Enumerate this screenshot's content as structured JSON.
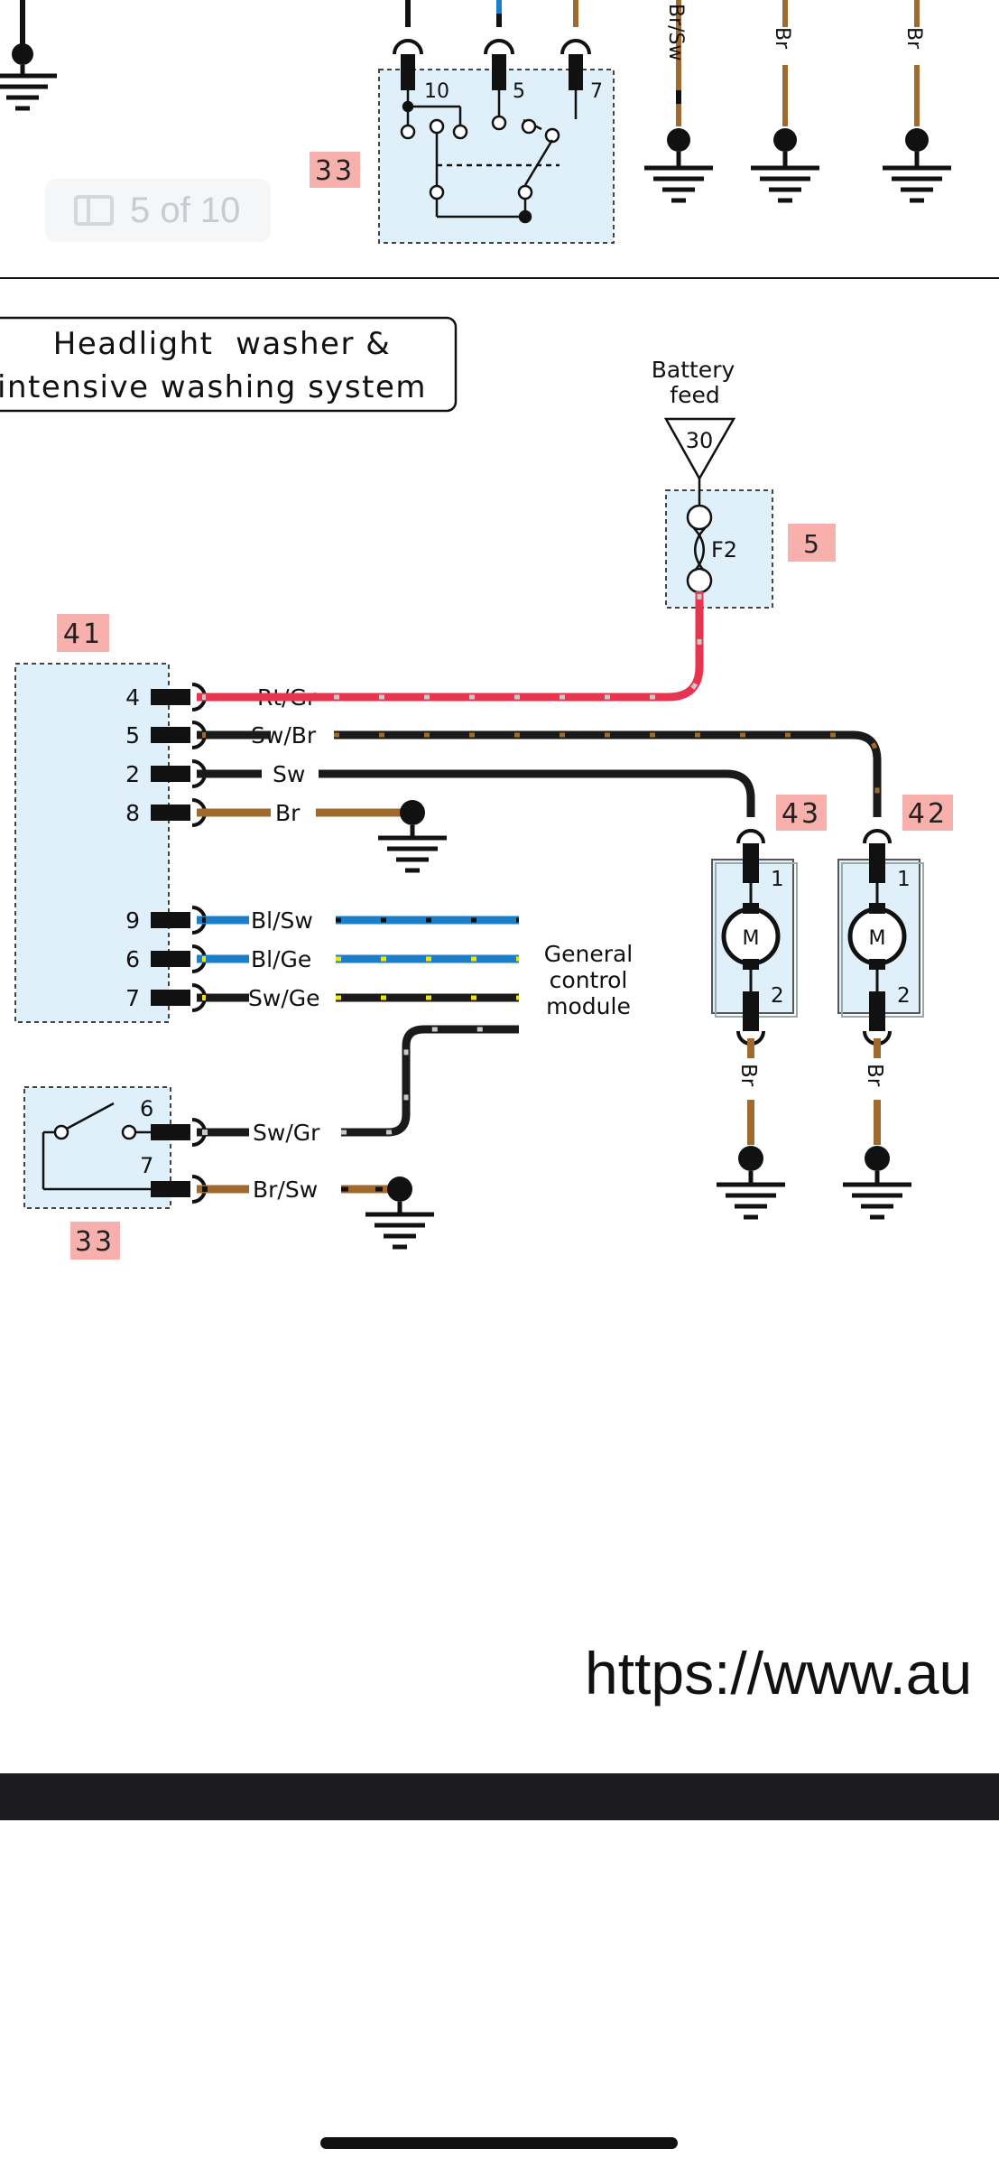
{
  "top_section": {
    "relay_label": "33",
    "relay_pins": [
      "10",
      "5",
      "7"
    ],
    "wire_labels": [
      "Br/Sw",
      "Br",
      "Br"
    ]
  },
  "page_indicator": {
    "icon": "sidebar-icon",
    "text": "5 of 10"
  },
  "title": {
    "line1": "Headlight  washer &",
    "line2": "intensive washing system"
  },
  "battery": {
    "label_line1": "Battery",
    "label_line2": "feed",
    "terminal": "30"
  },
  "fuse": {
    "name": "F2",
    "label": "5"
  },
  "module41": {
    "label": "41"
  },
  "module41_pins": [
    {
      "pin": "4",
      "wire": "Rt/Gr"
    },
    {
      "pin": "5",
      "wire": "Sw/Br"
    },
    {
      "pin": "2",
      "wire": "Sw"
    },
    {
      "pin": "8",
      "wire": "Br"
    },
    {
      "pin": "9",
      "wire": "Bl/Sw"
    },
    {
      "pin": "6",
      "wire": "Bl/Ge"
    },
    {
      "pin": "7",
      "wire": "Sw/Ge"
    }
  ],
  "gcm": {
    "line1": "General",
    "line2": "control",
    "line3": "module"
  },
  "switch33": {
    "label": "33",
    "pins": [
      "6",
      "7"
    ],
    "wires": [
      "Sw/Gr",
      "Br/Sw"
    ]
  },
  "motors": [
    {
      "label": "43",
      "symbol": "M",
      "pin_top": "1",
      "pin_bottom": "2",
      "wire": "Br"
    },
    {
      "label": "42",
      "symbol": "M",
      "pin_top": "1",
      "pin_bottom": "2",
      "wire": "Br"
    }
  ],
  "url": "https://www.au",
  "colors": {
    "red_wire": "#e8344f",
    "black_wire": "#1a1a1a",
    "brown_wire": "#a0692e",
    "blue_wire": "#1a7fc8",
    "yellow_dot": "#f5e600",
    "box_fill": "#dff0fb",
    "label_fill": "#f7b0ab"
  }
}
